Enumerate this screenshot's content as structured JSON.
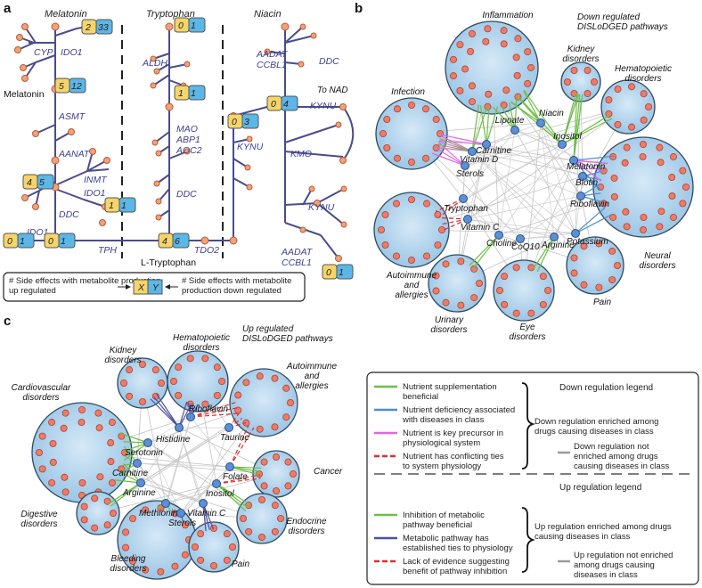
{
  "panel_a": {
    "label": "a",
    "sections": [
      "Melatonin",
      "Tryptophan",
      "Niacin"
    ],
    "pathways": {
      "cyp": "CYP",
      "ido1_top": "IDO1",
      "asmt": "ASMT",
      "aanat": "AANAT",
      "inmt": "INMT",
      "ido1_mid": "IDO1",
      "ddc_left": "DDC",
      "ido1_bottom": "IDO1",
      "tph": "TPH",
      "aldh": "ALDH",
      "mao": "MAO",
      "abp1": "ABP1",
      "aoc2": "AOC2",
      "ddc_mid": "DDC",
      "tdo2": "TDO2",
      "aadat_top": "AADAT",
      "ccbl1_top": "CCBL1",
      "ddc_right": "DDC",
      "kynu_top": "KYNU",
      "kmo": "KMO",
      "kynu_left": "KYNU",
      "kynu_bottom": "KYNU",
      "aadat_bottom": "AADAT",
      "ccbl1_bottom": "CCBL1"
    },
    "metabolites": {
      "melatonin": "Melatonin",
      "l_tryptophan": "L-Tryptophan",
      "to_nad": "To NAD"
    },
    "badges": [
      {
        "up": "2",
        "down": "33"
      },
      {
        "up": "5",
        "down": "12"
      },
      {
        "up": "4",
        "down": "5"
      },
      {
        "up": "1",
        "down": "1"
      },
      {
        "up": "0",
        "down": "1"
      },
      {
        "up": "1",
        "down": "1"
      },
      {
        "up": "0",
        "down": "1"
      },
      {
        "up": "0",
        "down": "1"
      },
      {
        "up": "4",
        "down": "6"
      },
      {
        "up": "0",
        "down": "4"
      },
      {
        "up": "0",
        "down": "3"
      },
      {
        "up": "0",
        "down": "1"
      }
    ],
    "key": {
      "left": "# Side effects with metabolite production up regulated",
      "right": "# Side effects with metabolite production down regulated",
      "x": "X",
      "y": "Y"
    }
  },
  "panel_b": {
    "label": "b",
    "title": "Down regulated DISLoDGED pathways",
    "classes": [
      "Inflammation",
      "Kidney disorders",
      "Hematopoietic disorders",
      "Infection",
      "Neural disorders",
      "Autoimmune and allergies",
      "Urinary disorders",
      "Eye disorders",
      "Pain"
    ],
    "nutrients": [
      "Lipoate",
      "Niacin",
      "Carnitine",
      "Inositol",
      "Vitamin D",
      "Melatonin",
      "Sterols",
      "Biotin",
      "Riboflavin",
      "Tryptophan",
      "Vitamin C",
      "Potassium",
      "Choline",
      "CoQ10",
      "Arginine"
    ]
  },
  "panel_c": {
    "label": "c",
    "title": "Up regulated DISLoDGED pathways",
    "classes": [
      "Kidney disorders",
      "Hematopoietic disorders",
      "Autoimmune and allergies",
      "Cardiovascular disorders",
      "Cancer",
      "Digestive disorders",
      "Endocrine disorders",
      "Bleeding disorders",
      "Pain"
    ],
    "nutrients": [
      "Histidine",
      "Riboflavin",
      "Serotonin",
      "Taurine",
      "Carnitine",
      "Folate",
      "Arginine",
      "Inositol",
      "Methionine",
      "Vitamin C",
      "Sterols"
    ]
  },
  "legend": {
    "down_title": "Down regulation legend",
    "up_title": "Up regulation legend",
    "down_items": [
      {
        "text": "Nutrient supplementation beneficial",
        "color": "#6dbf45"
      },
      {
        "text": "Nutrient deficiency associated with diseases in class",
        "color": "#4a8ed0"
      },
      {
        "text": "Nutrient is key precursor in physiological system",
        "color": "#e066e0"
      },
      {
        "text": "Nutrient has conflicting ties to system physiology",
        "color": "#d93030"
      }
    ],
    "up_items": [
      {
        "text": "Inhibition of metabolic pathway beneficial",
        "color": "#6dbf45"
      },
      {
        "text": "Metabolic pathway has established ties to physiology",
        "color": "#4e4fa8"
      },
      {
        "text": "Lack of evidence suggesting benefit of pathway inhibition",
        "color": "#d93030"
      }
    ],
    "down_enriched": "Down regulation enriched among drugs causing diseases in class",
    "down_not_enriched": "Down regulation not enriched among drugs causing diseases in class",
    "up_enriched": "Up regulation enriched among drugs causing diseases in class",
    "up_not_enriched": "Up regulation not enriched among drugs causing diseases in class"
  }
}
